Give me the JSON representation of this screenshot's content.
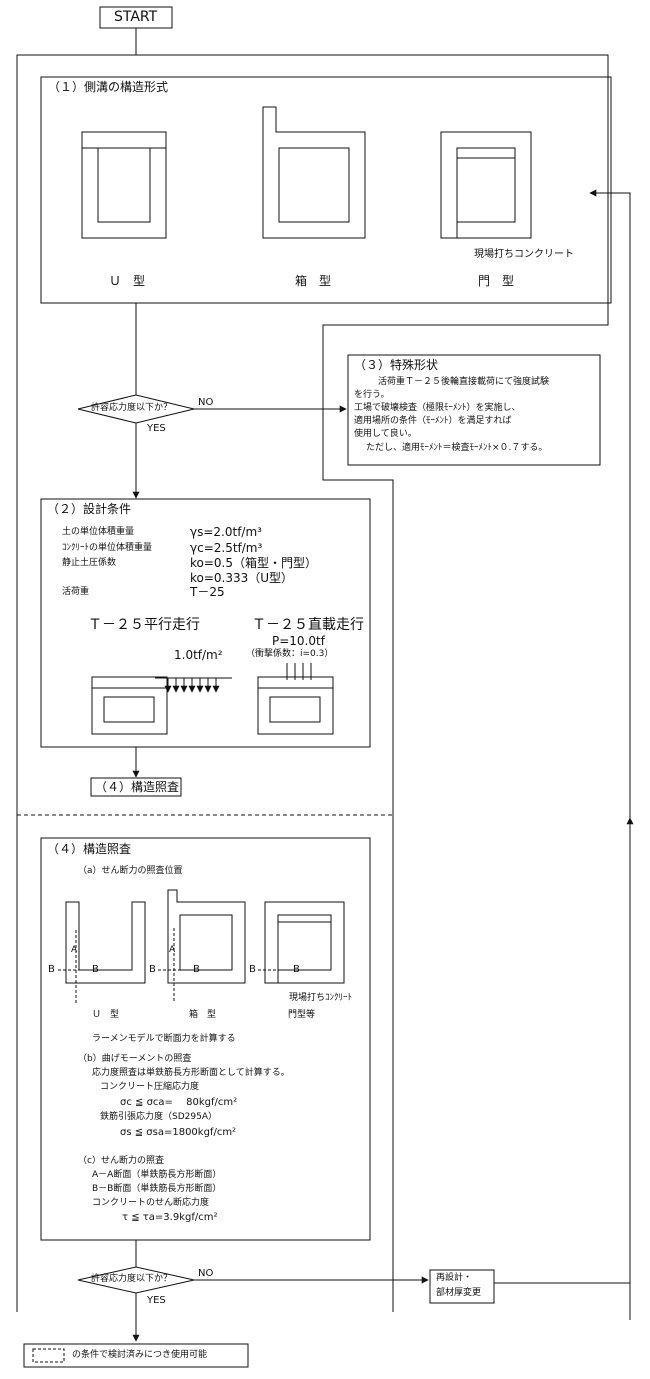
{
  "start": "START",
  "section1": {
    "title": "（１）側溝の構造形式",
    "u": "Ｕ　型",
    "box": "箱　型",
    "mon": "門　型",
    "cast": "現場打ちコンクリート"
  },
  "decision": {
    "label": "許容応力度以下か？",
    "no": "NO",
    "yes": "YES"
  },
  "section3": {
    "title": "（３）特殊形状",
    "l1": "活荷重Ｔ－２５後輪直接載荷にて強度試験",
    "l2": "を行う。",
    "l3": "工場で破壊検査（極限ﾓｰﾒﾝﾄ）を実施し、",
    "l4": "適用場所の条件（ﾓｰﾒﾝﾄ）を満足すれば",
    "l5": "使用して良い。",
    "l6": "ただし、適用ﾓｰﾒﾝﾄ＝検査ﾓｰﾒﾝﾄ×０.７する。"
  },
  "section2": {
    "title": "（２）設計条件",
    "r1_label": "土の単位体積重量",
    "r1_value": "γs=2.0tf/m³",
    "r2_label": "ｺﾝｸﾘｰﾄの単位体積重量",
    "r2_value": "γc=2.5tf/m³",
    "r3_label": "静止土圧係数",
    "r3_value1": "ko=0.5（箱型・門型）",
    "r3_value2": "ko=0.333（U型）",
    "r4_label": "活荷重",
    "r4_value": "T－25",
    "parallel": "Ｔ－２５平行走行",
    "perp": "Ｔ－２５直載走行",
    "load1": "1.0tf/m²",
    "load2": "P=10.0tf",
    "impact": "（衝撃係数：i=0.3）"
  },
  "ref4": "（４）構造照査",
  "section4": {
    "title": "（４）構造照査",
    "a": "（a）せん断力の照査位置",
    "A": "A",
    "B": "B",
    "u": "Ｕ　型",
    "box": "箱　型",
    "mon": "門型等",
    "cast": "現場打ちｺﾝｸﾘｰﾄ",
    "frame": "ラーメンモデルで断面力を計算する",
    "b": "（b）曲げモーメントの照査",
    "b1": "応力度照査は単鉄筋長方形断面として計算する。",
    "b2": "コンクリート圧縮応力度",
    "b3": "σc ≦ σca=　 80kgf/cm²",
    "b4": "鉄筋引張応力度（SD295A）",
    "b5": "σs ≦ σsa=1800kgf/cm²",
    "c": "（c）せん断力の照査",
    "c1": "A－A断面（単鉄筋長方形断面）",
    "c2": "B－B断面（単鉄筋長方形断面）",
    "c3": "コンクリートのせん断応力度",
    "c4": "τ ≦ τa=3.9kgf/cm²"
  },
  "redesign1": "再設計・",
  "redesign2": "部材厚変更",
  "footer": "の条件で検討済みにつき使用可能"
}
